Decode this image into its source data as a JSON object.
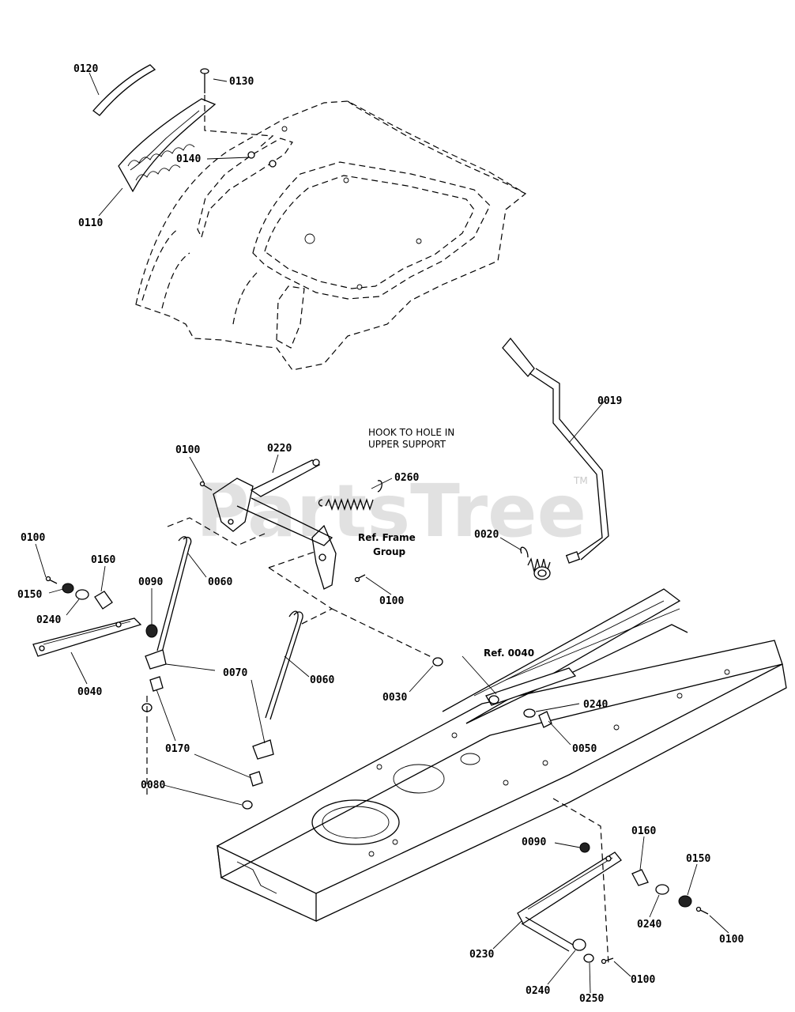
{
  "watermark": {
    "text": "PartsTree",
    "tm": "TM"
  },
  "notes": {
    "hook_line1": "HOOK TO HOLE IN",
    "hook_line2": "UPPER SUPPORT",
    "ref_frame_line1": "Ref. Frame",
    "ref_frame_line2": "Group",
    "ref_0040": "Ref. 0040"
  },
  "part_labels": [
    {
      "id": "p0120",
      "text": "0120"
    },
    {
      "id": "p0130",
      "text": "0130"
    },
    {
      "id": "p0140",
      "text": "0140"
    },
    {
      "id": "p0110",
      "text": "0110"
    },
    {
      "id": "p0019",
      "text": "0019"
    },
    {
      "id": "p0100a",
      "text": "0100"
    },
    {
      "id": "p0220",
      "text": "0220"
    },
    {
      "id": "p0260",
      "text": "0260"
    },
    {
      "id": "p0020",
      "text": "0020"
    },
    {
      "id": "p0100b",
      "text": "0100"
    },
    {
      "id": "p0160a",
      "text": "0160"
    },
    {
      "id": "p0150a",
      "text": "0150"
    },
    {
      "id": "p0240a",
      "text": "0240"
    },
    {
      "id": "p0090a",
      "text": "0090"
    },
    {
      "id": "p0060a",
      "text": "0060"
    },
    {
      "id": "p0100c",
      "text": "0100"
    },
    {
      "id": "p0040",
      "text": "0040"
    },
    {
      "id": "p0070",
      "text": "0070"
    },
    {
      "id": "p0060b",
      "text": "0060"
    },
    {
      "id": "p0030",
      "text": "0030"
    },
    {
      "id": "p0240b",
      "text": "0240"
    },
    {
      "id": "p0050",
      "text": "0050"
    },
    {
      "id": "p0170",
      "text": "0170"
    },
    {
      "id": "p0080",
      "text": "0080"
    },
    {
      "id": "p0090b",
      "text": "0090"
    },
    {
      "id": "p0160b",
      "text": "0160"
    },
    {
      "id": "p0150b",
      "text": "0150"
    },
    {
      "id": "p0240c",
      "text": "0240"
    },
    {
      "id": "p0100d",
      "text": "0100"
    },
    {
      "id": "p0230",
      "text": "0230"
    },
    {
      "id": "p0240d",
      "text": "0240"
    },
    {
      "id": "p0250",
      "text": "0250"
    },
    {
      "id": "p0100e",
      "text": "0100"
    }
  ]
}
